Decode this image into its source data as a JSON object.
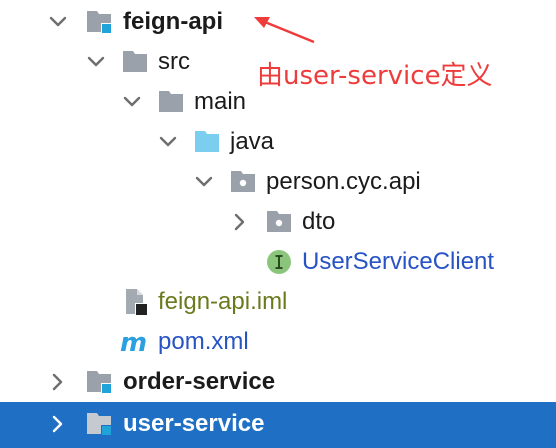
{
  "tree": {
    "items": [
      {
        "label": "feign-api"
      },
      {
        "label": "src"
      },
      {
        "label": "main"
      },
      {
        "label": "java"
      },
      {
        "label": "person.cyc.api"
      },
      {
        "label": "dto"
      },
      {
        "label": "UserServiceClient"
      },
      {
        "label": "feign-api.iml"
      },
      {
        "label": "pom.xml"
      },
      {
        "label": "order-service"
      },
      {
        "label": "user-service"
      }
    ]
  },
  "annotation": {
    "text": "由user-service定义",
    "color": "#ee3b3b"
  },
  "colors": {
    "selection": "#1f6fc4",
    "folder": "#9aa1aa",
    "source_folder": "#7ccef0",
    "module_marker": "#1fa3d8",
    "class_icon": "#8ac57b",
    "link_text": "#2753c4",
    "iml_text": "#6b7a1f"
  },
  "icons": {
    "expanded": "chevron-down-icon",
    "collapsed": "chevron-right-icon",
    "module": "module-folder-icon",
    "folder": "folder-icon",
    "source_folder": "source-folder-icon",
    "package": "package-icon",
    "interface": "interface-icon",
    "iml": "iml-file-icon",
    "maven": "maven-icon"
  }
}
